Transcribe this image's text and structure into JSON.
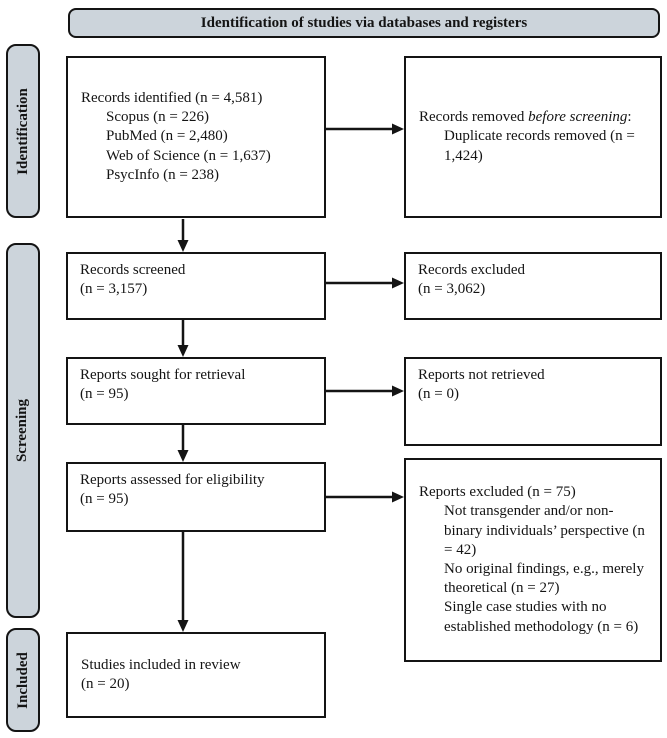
{
  "header": {
    "title": "Identification of studies via databases and registers"
  },
  "sidebar": {
    "identification": "Identification",
    "screening": "Screening",
    "included": "Included"
  },
  "boxes": {
    "records_identified": {
      "title": "Records identified (n = 4,581)",
      "items": [
        "Scopus (n = 226)",
        "PubMed (n = 2,480)",
        "Web of Science (n = 1,637)",
        "PsycInfo (n = 238)"
      ]
    },
    "records_removed": {
      "prefix": "Records removed ",
      "emphasis": "before screening",
      "suffix": ":",
      "items": [
        "Duplicate records removed (n = 1,424)"
      ]
    },
    "records_screened": {
      "line1": "Records screened",
      "line2": "(n = 3,157)"
    },
    "records_excluded": {
      "line1": "Records excluded",
      "line2": "(n = 3,062)"
    },
    "reports_sought": {
      "line1": "Reports sought for retrieval",
      "line2": "(n = 95)"
    },
    "reports_not_retrieved": {
      "line1": "Reports not retrieved",
      "line2": "(n = 0)"
    },
    "reports_assessed": {
      "line1": "Reports assessed for eligibility",
      "line2": "(n = 95)"
    },
    "reports_excluded": {
      "title": "Reports excluded (n = 75)",
      "items": [
        "Not transgender and/or non-binary individuals’ perspective (n = 42)",
        "No original findings, e.g., merely theoretical (n = 27)",
        "Single case studies with no established methodology (n = 6)"
      ]
    },
    "studies_included": {
      "line1": "Studies included in review",
      "line2": "(n = 20)"
    }
  },
  "colors": {
    "label_fill": "#ccd4db",
    "border": "#141414",
    "box_fill": "#ffffff"
  }
}
